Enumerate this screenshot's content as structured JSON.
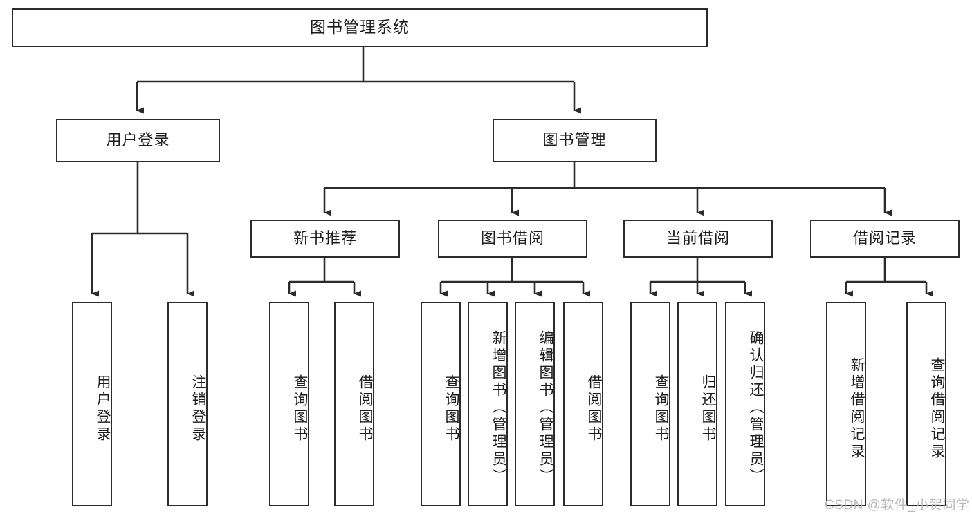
{
  "diagram": {
    "title": "图书管理系统",
    "watermark": "CSDN @软件_小贺同学",
    "colors": {
      "background": "#ffffff",
      "border": "#2b2b2b",
      "text": "#1c1c1c",
      "edge": "#2b2b2b",
      "watermark": "#b9b9b9"
    },
    "levels": {
      "root": {
        "label": "图书管理系统"
      },
      "level2": [
        {
          "label": "用户登录"
        },
        {
          "label": "图书管理"
        }
      ],
      "level3": [
        {
          "label": "新书推荐"
        },
        {
          "label": "图书借阅"
        },
        {
          "label": "当前借阅"
        },
        {
          "label": "借阅记录"
        }
      ],
      "leaves": [
        {
          "label": "用户登录",
          "parent": "用户登录"
        },
        {
          "label": "注销登录",
          "parent": "用户登录"
        },
        {
          "label": "查询图书",
          "parent": "新书推荐"
        },
        {
          "label": "借阅图书",
          "parent": "新书推荐"
        },
        {
          "label": "查询图书",
          "parent": "图书借阅"
        },
        {
          "label": "新增图书（管理员）",
          "parent": "图书借阅"
        },
        {
          "label": "编辑图书（管理员）",
          "parent": "图书借阅"
        },
        {
          "label": "借阅图书",
          "parent": "图书借阅"
        },
        {
          "label": "查询图书",
          "parent": "当前借阅"
        },
        {
          "label": "归还图书",
          "parent": "当前借阅"
        },
        {
          "label": "确认归还（管理员）",
          "parent": "当前借阅"
        },
        {
          "label": "新增借阅记录",
          "parent": "借阅记录"
        },
        {
          "label": "查询借阅记录",
          "parent": "借阅记录"
        }
      ]
    }
  }
}
